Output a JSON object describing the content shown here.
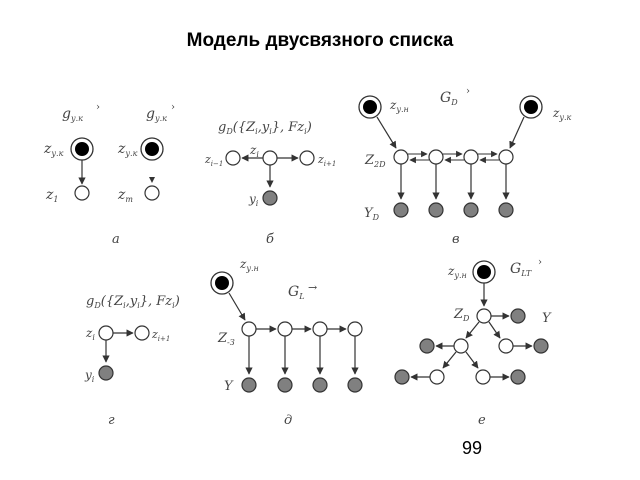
{
  "title": "Модель двусвязного списка",
  "page_number": "99",
  "panels": {
    "a": {
      "letter": "а",
      "left": {
        "g": "g",
        "g_sub": "у.к",
        "z_top": "z",
        "z_top_sub": "у.к",
        "z_bottom": "z",
        "z_bottom_sub": "1"
      },
      "right": {
        "g": "g",
        "g_sub": "у.к",
        "z_top": "z",
        "z_top_sub": "у.к",
        "z_bottom": "z",
        "z_bottom_sub": "m"
      }
    },
    "b": {
      "letter": "б",
      "formula": "g",
      "formula_sub": "D",
      "formula_args": "({Z",
      "formula_args_sub": "i",
      "formula_args_2": ",y",
      "formula_args_2_sub": "i",
      "formula_args_3": "}, Fz",
      "formula_args_3_sub": "i",
      "formula_args_4": ")",
      "z_left": "z",
      "z_left_sub": "i−1",
      "z_mid": "z",
      "z_mid_sub": "i",
      "z_right": "z",
      "z_right_sub": "i+1",
      "y": "y",
      "y_sub": "i"
    },
    "c": {
      "letter": "в",
      "g": "G",
      "g_sub": "D",
      "z_left": "z",
      "z_left_sub": "у.н",
      "z_right": "z",
      "z_right_sub": "у.к",
      "Z": "Z",
      "Z_sub": "2D",
      "Y": "Y",
      "Y_sub": "D"
    },
    "d": {
      "letter": "г",
      "formula": "g",
      "formula_sub": "D",
      "formula_args": "({Z",
      "formula_args_sub": "i",
      "formula_args_2": ",y",
      "formula_args_2_sub": "i",
      "formula_args_3": "}, Fz",
      "formula_args_3_sub": "i",
      "formula_args_4": ")",
      "z_left": "z",
      "z_left_sub": "i",
      "z_right": "z",
      "z_right_sub": "i+1",
      "y": "y",
      "y_sub": "i"
    },
    "e": {
      "letter": "д",
      "g": "G",
      "g_sub": "L",
      "z_top": "z",
      "z_top_sub": "у.н",
      "Z": "Z",
      "Z_sub": "-З",
      "Y": "Y"
    },
    "f": {
      "letter": "е",
      "g": "G",
      "g_sub": "LT",
      "z_top": "z",
      "z_top_sub": "у.н",
      "Z": "Z",
      "Z_sub": "D",
      "Y": "Y"
    }
  },
  "colors": {
    "filled_node": "#808080",
    "black_node": "#000000",
    "edge": "#333333"
  }
}
